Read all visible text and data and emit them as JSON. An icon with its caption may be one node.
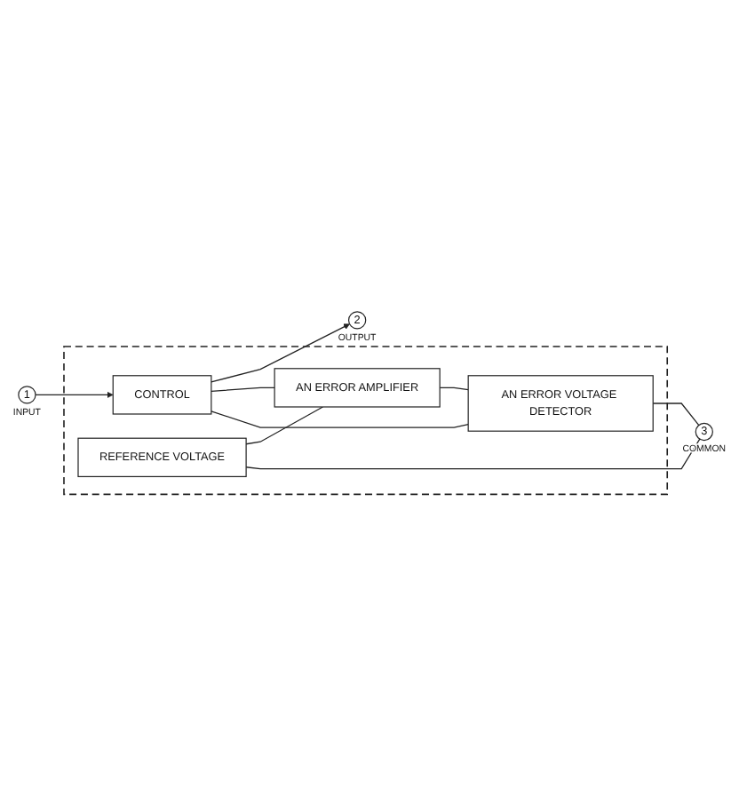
{
  "diagram": {
    "nodes": [
      {
        "text": [],
        "shape": "box"
      },
      {
        "text": [
          "1"
        ],
        "beside": [
          "INPUT"
        ]
      },
      {
        "text": [
          "CONTROL"
        ],
        "in": 0
      },
      {
        "text": [
          "2"
        ],
        "beside": [
          "OUTPUT"
        ]
      },
      {
        "text": [
          "AN ERROR AMPLIFIER"
        ],
        "in": 0
      },
      {
        "text": [
          "AN ERROR VOLTAGE DETECTOR"
        ],
        "in": 0
      },
      {
        "text": [
          "REFERENCE VOLTAGE"
        ],
        "in": 0
      },
      {
        "text": [
          "3"
        ],
        "beside": [
          "COMMON"
        ]
      }
    ],
    "edges": [
      {
        "from": 1,
        "to": 2,
        "arrow": "to"
      },
      {
        "from": 2,
        "to": 3,
        "arrow": "to"
      },
      {
        "from": 2,
        "to": 4,
        "arrow": "none"
      },
      {
        "from": 2,
        "to": 5,
        "arrow": "none"
      },
      {
        "from": 4,
        "to": 5,
        "arrow": "none"
      },
      {
        "from": 6,
        "to": 4,
        "arrow": "none"
      },
      {
        "from": 6,
        "to": 7,
        "arrow": "none"
      },
      {
        "from": 5,
        "to": 7,
        "arrow": "none"
      }
    ]
  }
}
